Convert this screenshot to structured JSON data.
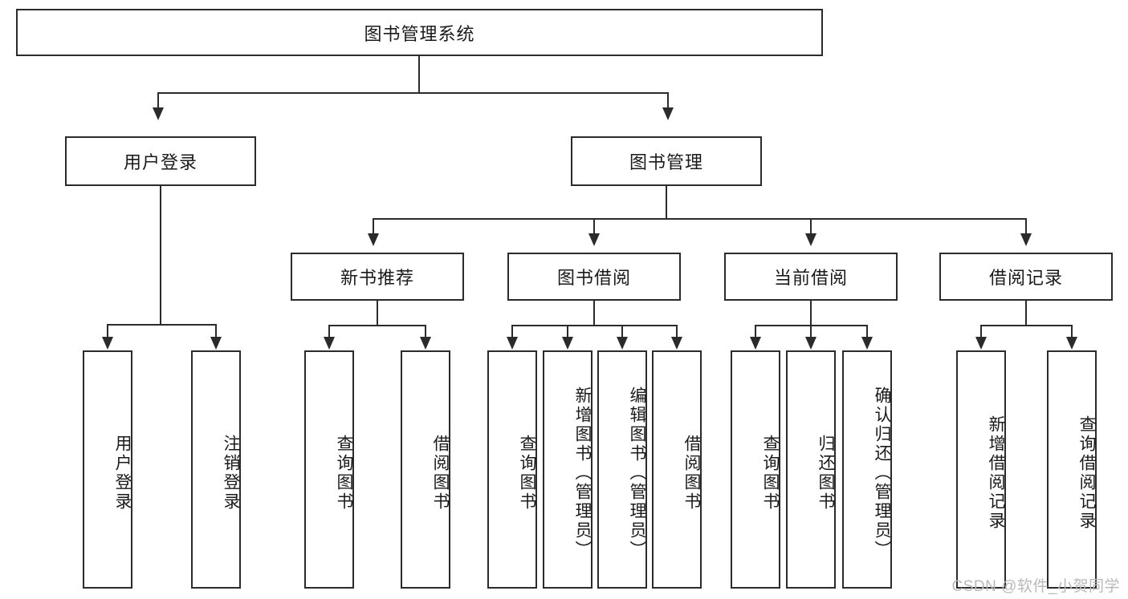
{
  "diagram": {
    "title_node": {
      "label": "图书管理系统"
    },
    "level2": [
      {
        "label": "用户登录"
      },
      {
        "label": "图书管理"
      }
    ],
    "level3": [
      {
        "label": "新书推荐"
      },
      {
        "label": "图书借阅"
      },
      {
        "label": "当前借阅"
      },
      {
        "label": "借阅记录"
      }
    ],
    "leaves": {
      "user_login": [
        {
          "label": "用户登录"
        },
        {
          "label": "注销登录"
        }
      ],
      "new_book_recommend": [
        {
          "label": "查询图书"
        },
        {
          "label": "借阅图书"
        }
      ],
      "book_borrow": [
        {
          "label": "查询图书"
        },
        {
          "label": "新增图书（管理员）"
        },
        {
          "label": "编辑图书（管理员）"
        },
        {
          "label": "借阅图书"
        }
      ],
      "current_borrow": [
        {
          "label": "查询图书"
        },
        {
          "label": "归还图书"
        },
        {
          "label": "确认归还（管理员）"
        }
      ],
      "borrow_record": [
        {
          "label": "新增借阅记录"
        },
        {
          "label": "查询借阅记录"
        }
      ]
    }
  },
  "watermark": {
    "text": "CSDN @软件_小贺同学"
  },
  "colors": {
    "stroke": "#2b2b2b",
    "background": "#ffffff",
    "text": "#1a1a1a",
    "watermark": "#b9b9b9"
  }
}
